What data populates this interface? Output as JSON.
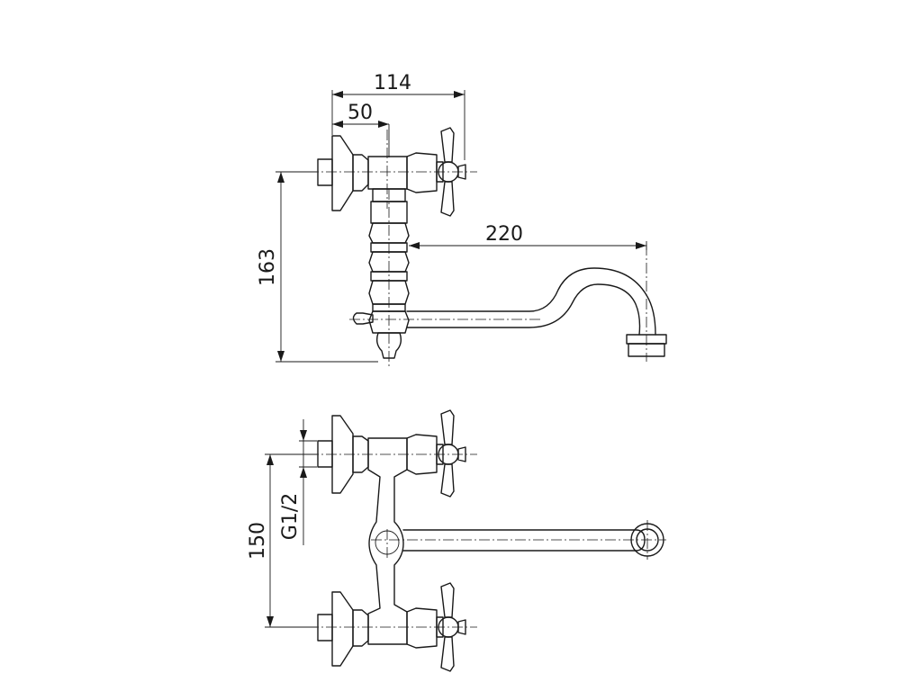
{
  "dimensions": {
    "width_total": "114",
    "width_inner": "50",
    "spout_reach": "220",
    "height_side": "163",
    "height_front": "150",
    "thread": "G1/2"
  }
}
